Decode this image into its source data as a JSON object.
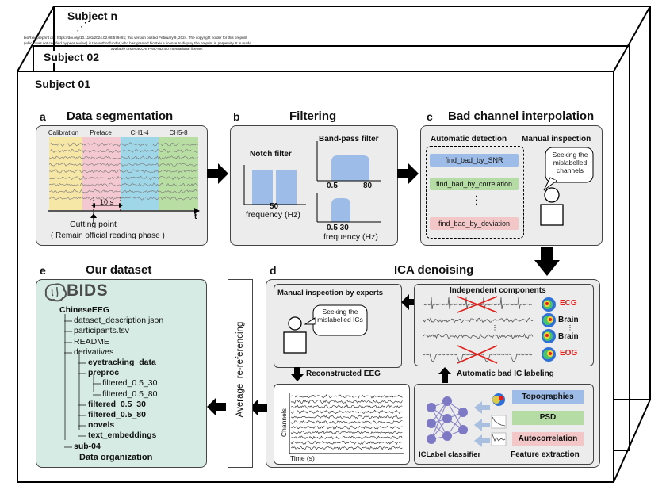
{
  "subjects": {
    "n": "Subject n",
    "s02": "Subject 02",
    "s01": "Subject 01"
  },
  "preprint": {
    "line1": "bioRxiv preprint doi: https://doi.org/10.1101/2024.02.08.579481; this version posted February 9, 2024. The copyright holder for this preprint",
    "line2": "(which was not certified by peer review) is the author/funder, who has granted bioRxiv a license to display the preprint in perpetuity. It is made",
    "line3": "available under aCC-BY-NC-ND 4.0 International license."
  },
  "panel_a": {
    "letter": "a",
    "title": "Data segmentation",
    "segments": [
      {
        "label": "Calibration",
        "color": "#f6e7a6"
      },
      {
        "label": "Preface",
        "color": "#f4c8d0"
      },
      {
        "label": "CH1-4",
        "color": "#9fd6e8"
      },
      {
        "label": "CH5-8",
        "color": "#b9dea3"
      }
    ],
    "duration": "10 s",
    "axis_t": "t",
    "cutting_point": "Cutting point",
    "remain": "( Remain official reading phase )"
  },
  "panel_b": {
    "letter": "b",
    "title": "Filtering",
    "notch_title": "Notch filter",
    "notch_value": "50",
    "bandpass_title": "Band-pass filter",
    "bp_low": "0.5",
    "bp_high": "80",
    "bp2_label": "0.5 30",
    "xlabel": "frequency (Hz)",
    "bar_color": "#9dbde8"
  },
  "panel_c": {
    "letter": "c",
    "title": "Bad channel interpolation",
    "auto_title": "Automatic detection",
    "manual_title": "Manual inspection",
    "methods": [
      {
        "label": "find_bad_by_SNR",
        "color": "#9dbde8"
      },
      {
        "label": "find_bad_by_correlation",
        "color": "#b6dca5"
      },
      {
        "label": "find_bad_by_deviation",
        "color": "#f3c7c7"
      }
    ],
    "dots": "⋮",
    "bubble": [
      "Seeking the",
      "mislabelled",
      "channels"
    ]
  },
  "panel_d": {
    "letter": "d",
    "title": "ICA denoising",
    "expert_title": "Manual inspection by experts",
    "expert_bubble": [
      "Seeking the",
      "mislabelled ICs"
    ],
    "ic_title": "Independent components",
    "ic_labels": [
      {
        "label": "ECG",
        "color": "#e0201b"
      },
      {
        "label": "Brain",
        "color": "#111111"
      },
      {
        "label": "Brain",
        "color": "#111111"
      },
      {
        "label": "EOG",
        "color": "#e0201b"
      }
    ],
    "recon_title": "Reconstructed EEG",
    "channels_label": "Channels",
    "time_label": "Time (s)",
    "auto_label": "Automatic bad IC labeling",
    "classifier": "ICLabel classifier",
    "feature_title": "Feature extraction",
    "features": [
      {
        "label": "Topographies",
        "color": "#9dbde8"
      },
      {
        "label": "PSD",
        "color": "#b6dca5"
      },
      {
        "label": "Autocorrelation",
        "color": "#f3c7c7"
      }
    ]
  },
  "rereferencing": "Average  re-referencing",
  "panel_e": {
    "letter": "e",
    "title": "Our dataset",
    "logo": "BIDS",
    "tree": [
      {
        "text": "ChineseEEG",
        "bold": true,
        "indent": 0
      },
      {
        "text": "dataset_description.json",
        "bold": false,
        "indent": 1
      },
      {
        "text": "participants.tsv",
        "bold": false,
        "indent": 1
      },
      {
        "text": "README",
        "bold": false,
        "indent": 1
      },
      {
        "text": "derivatives",
        "bold": false,
        "indent": 1
      },
      {
        "text": "eyetracking_data",
        "bold": true,
        "indent": 2
      },
      {
        "text": "preproc",
        "bold": true,
        "indent": 2
      },
      {
        "text": "filtered_0.5_30",
        "bold": false,
        "indent": 3
      },
      {
        "text": "filtered_0.5_80",
        "bold": false,
        "indent": 3
      },
      {
        "text": "filtered_0.5_30",
        "bold": true,
        "indent": 2
      },
      {
        "text": "filtered_0.5_80",
        "bold": true,
        "indent": 2
      },
      {
        "text": "novels",
        "bold": true,
        "indent": 2
      },
      {
        "text": "text_embeddings",
        "bold": true,
        "indent": 2
      },
      {
        "text": "sub-04",
        "bold": true,
        "indent": 1
      }
    ],
    "caption": "Data organization",
    "bg": "#d5ebe4"
  }
}
